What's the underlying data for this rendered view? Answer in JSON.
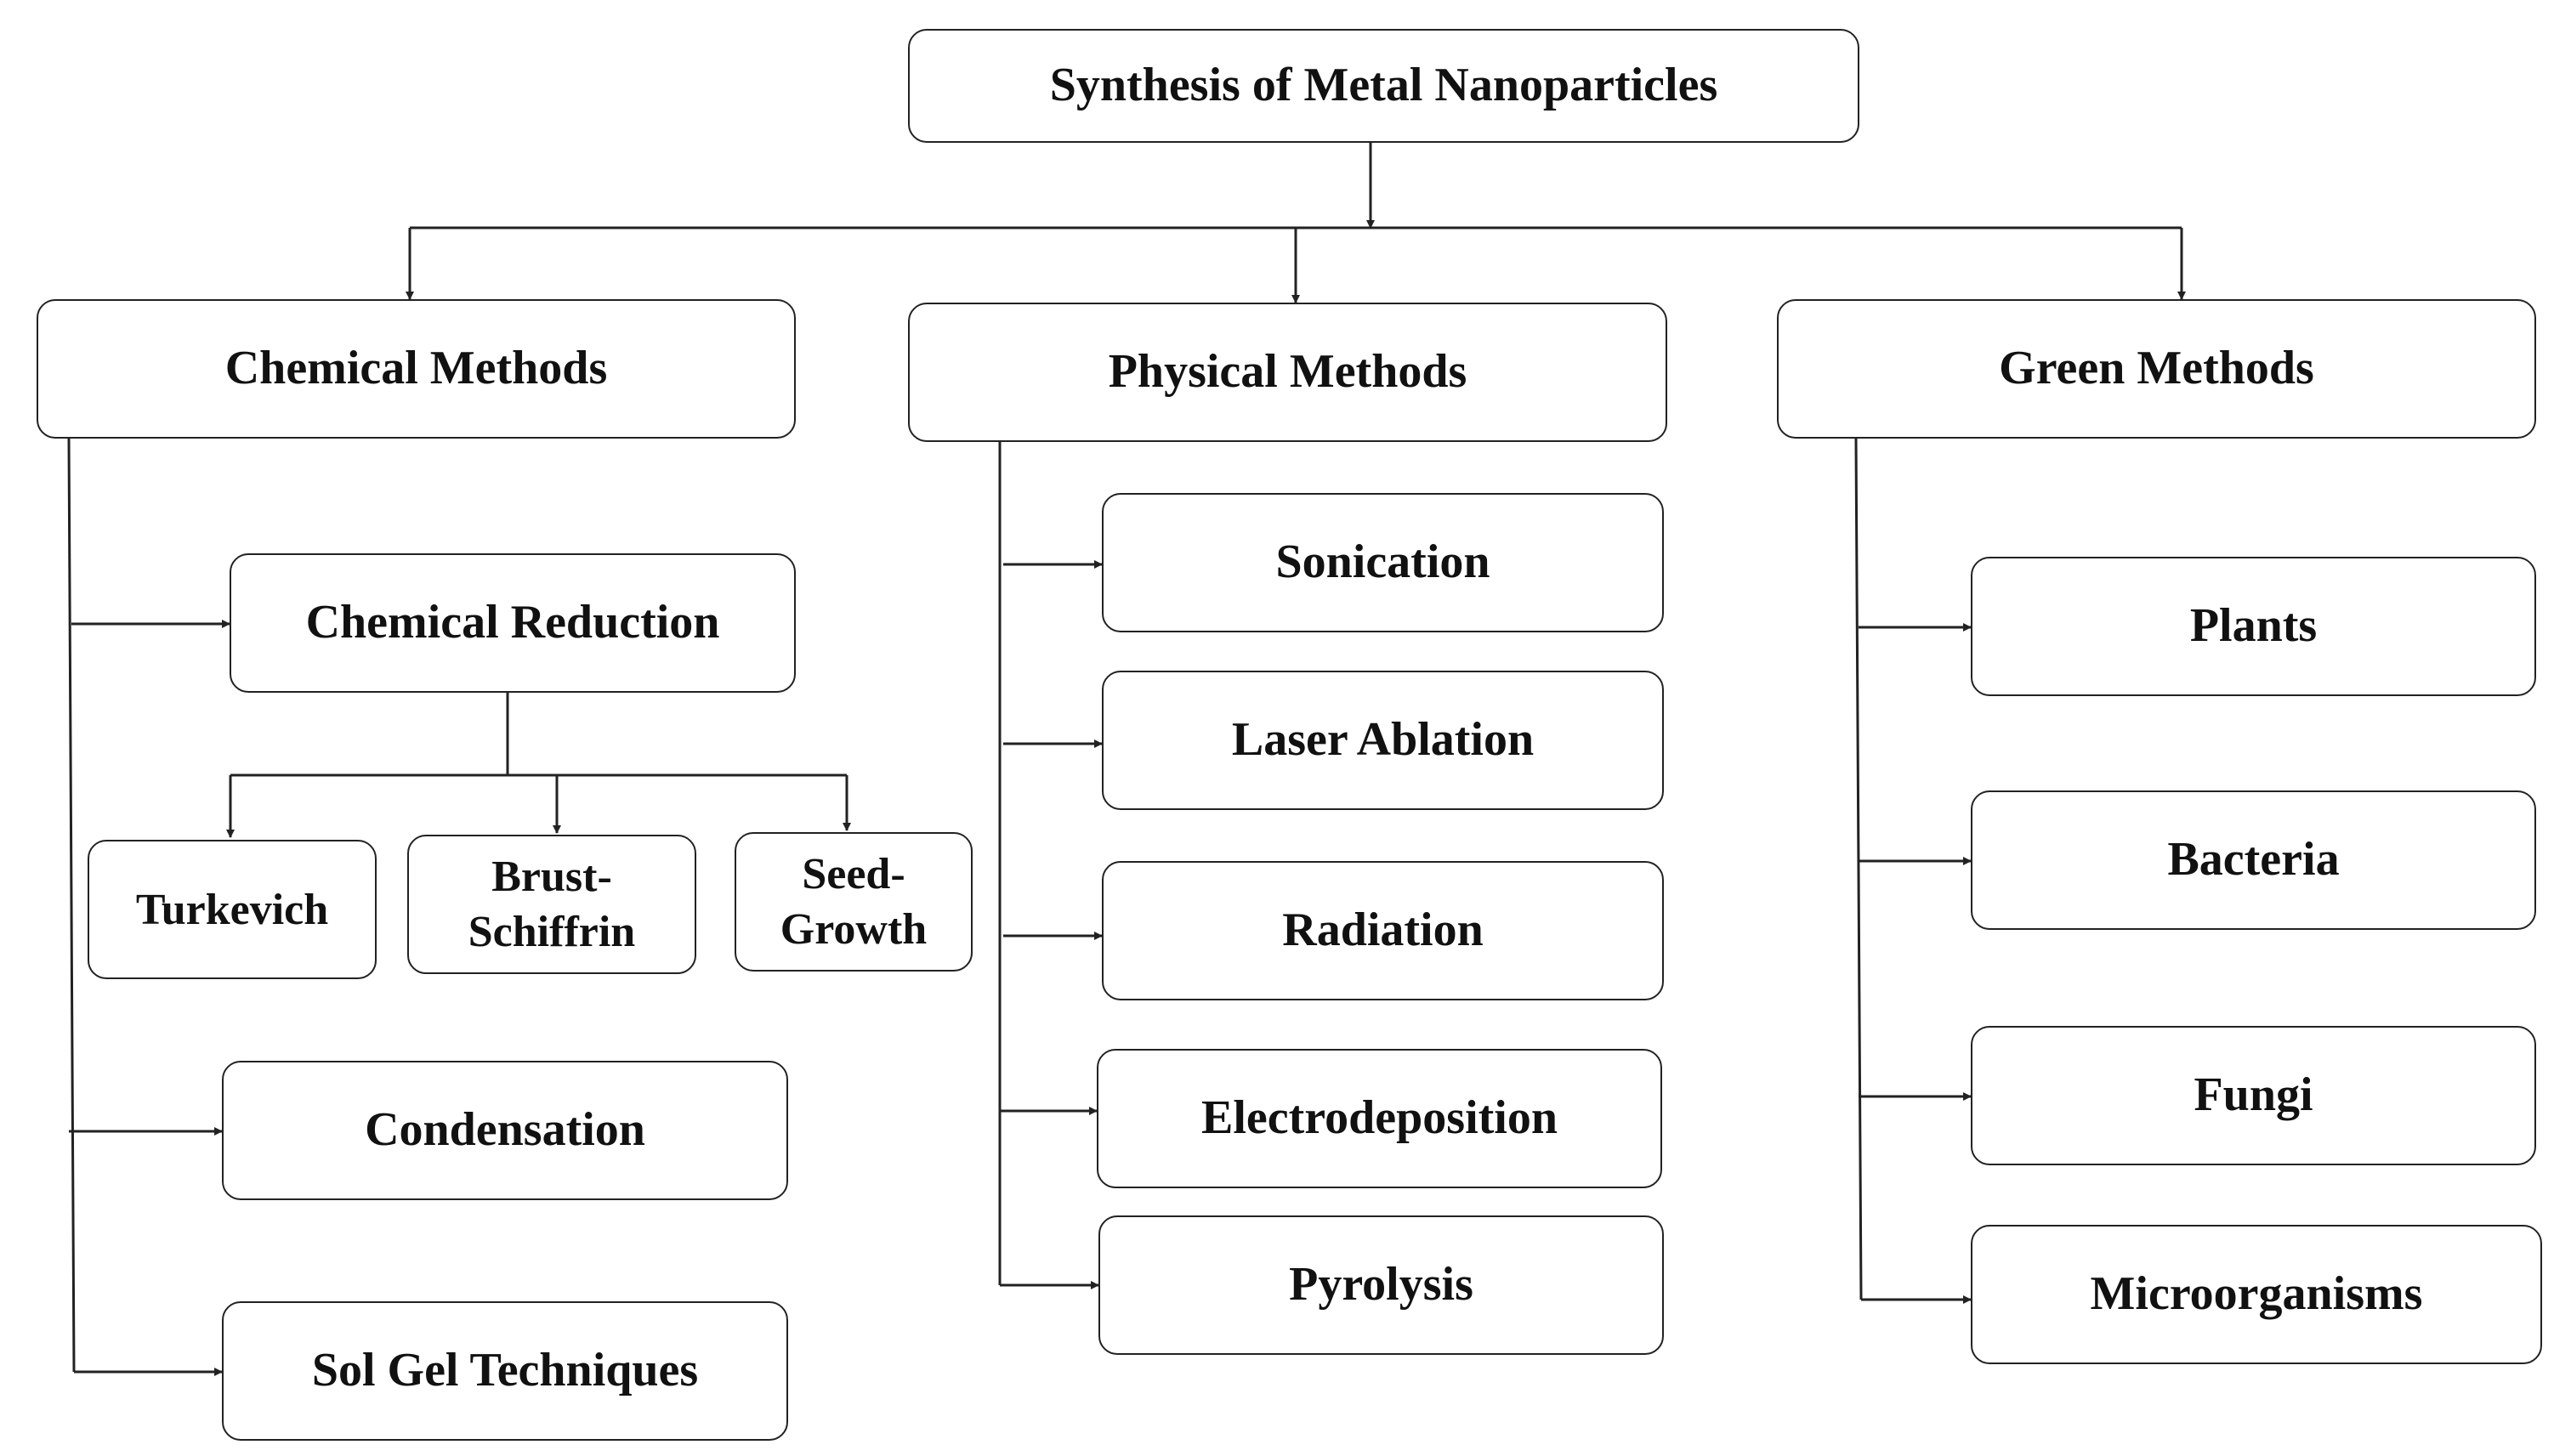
{
  "root": {
    "label": "Synthesis of Metal Nanoparticles"
  },
  "chemical": {
    "label": "Chemical Methods",
    "reduction": {
      "label": "Chemical Reduction",
      "sub": [
        {
          "label": "Turkevich"
        },
        {
          "label": "Brust-\nSchiffrin"
        },
        {
          "label": "Seed-\nGrowth"
        }
      ]
    },
    "condensation": "Condensation",
    "solgel": "Sol Gel Techniques"
  },
  "physical": {
    "label": "Physical Methods",
    "items": [
      "Sonication",
      "Laser Ablation",
      "Radiation",
      "Electrodeposition",
      "Pyrolysis"
    ]
  },
  "green": {
    "label": "Green Methods",
    "items": [
      "Plants",
      "Bacteria",
      "Fungi",
      "Microorganisms"
    ]
  }
}
